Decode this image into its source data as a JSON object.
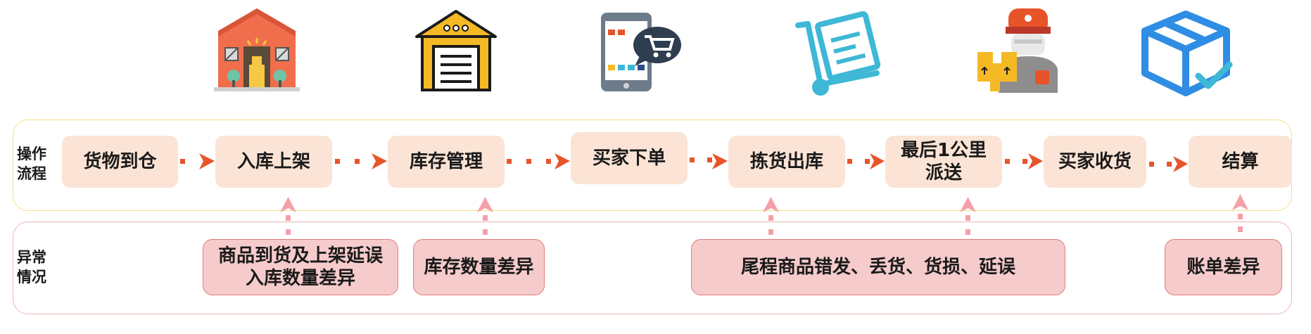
{
  "ops_label": [
    "操作",
    "流程"
  ],
  "exc_label": [
    "异常",
    "情况"
  ],
  "steps": [
    {
      "lines": [
        "货物到仓"
      ]
    },
    {
      "lines": [
        "入库上架"
      ]
    },
    {
      "lines": [
        "库存管理"
      ]
    },
    {
      "lines": [
        "买家下单"
      ]
    },
    {
      "lines": [
        "拣货出库"
      ]
    },
    {
      "lines": [
        "最后1公里",
        "派送"
      ]
    },
    {
      "lines": [
        "买家收货"
      ]
    },
    {
      "lines": [
        "结算"
      ]
    }
  ],
  "exceptions": [
    {
      "lines": [
        "商品到货及上架延误",
        "入库数量差异"
      ]
    },
    {
      "lines": [
        "库存数量差异"
      ]
    },
    {
      "lines": [
        "尾程商品错发、丢货、货损、延误"
      ]
    },
    {
      "lines": [
        "账单差异"
      ]
    }
  ],
  "icons": [
    "warehouse-building-icon",
    "storage-garage-icon",
    "mobile-shopping-icon",
    "hand-truck-icon",
    "delivery-courier-icon",
    "box-checked-icon"
  ],
  "colors": {
    "flow_arrow": "#e8542a",
    "up_arrow": "#f4a0a8",
    "step_fill": "#fbe4d5",
    "exc_fill": "#f6cbcb",
    "exc_border": "#e27b7b"
  }
}
